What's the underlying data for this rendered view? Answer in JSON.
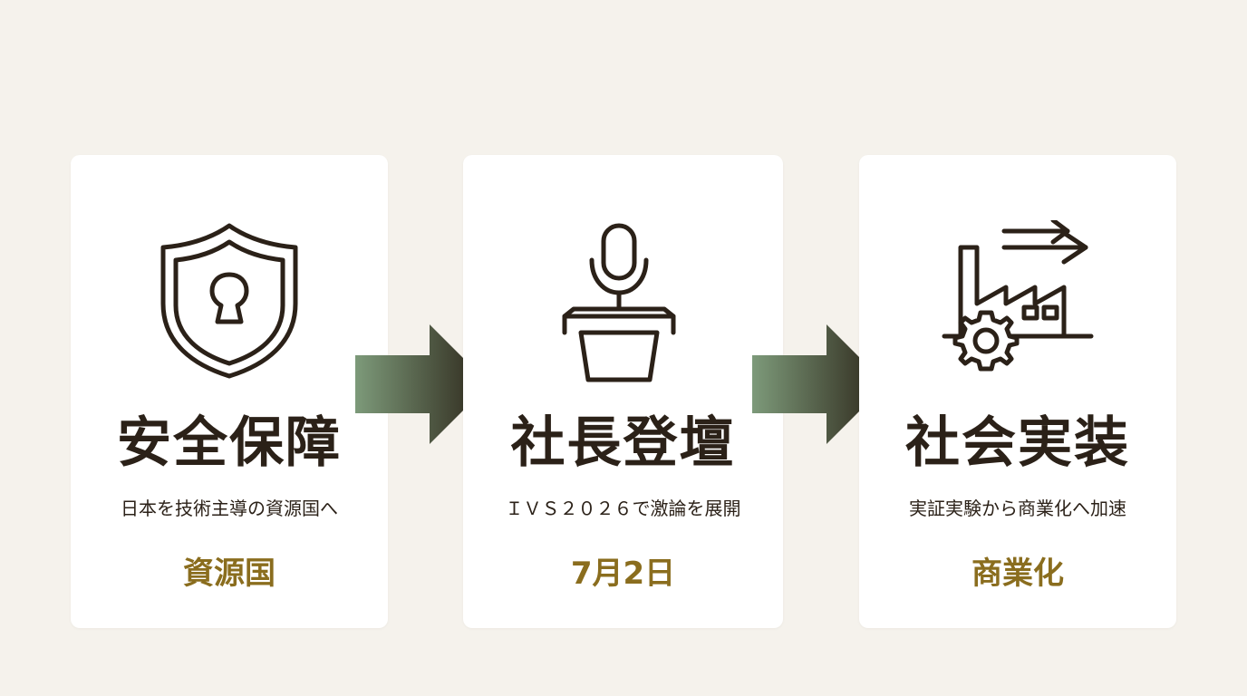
{
  "colors": {
    "background": "#f5f2ec",
    "card": "#ffffff",
    "text": "#2b2118",
    "accent": "#8a6d1e",
    "arrow_start": "#7d9a7a",
    "arrow_end": "#2b2418"
  },
  "steps": [
    {
      "icon": "shield-lock-icon",
      "title": "安全保障",
      "subtitle": "日本を技術主導の資源国へ",
      "keyword": "資源国"
    },
    {
      "icon": "podium-microphone-icon",
      "title": "社長登壇",
      "subtitle": "ＩＶＳ２０２６で激論を展開",
      "keyword": "7月2日"
    },
    {
      "icon": "factory-gear-arrow-icon",
      "title": "社会実装",
      "subtitle": "実証実験から商業化へ加速",
      "keyword": "商業化"
    }
  ]
}
